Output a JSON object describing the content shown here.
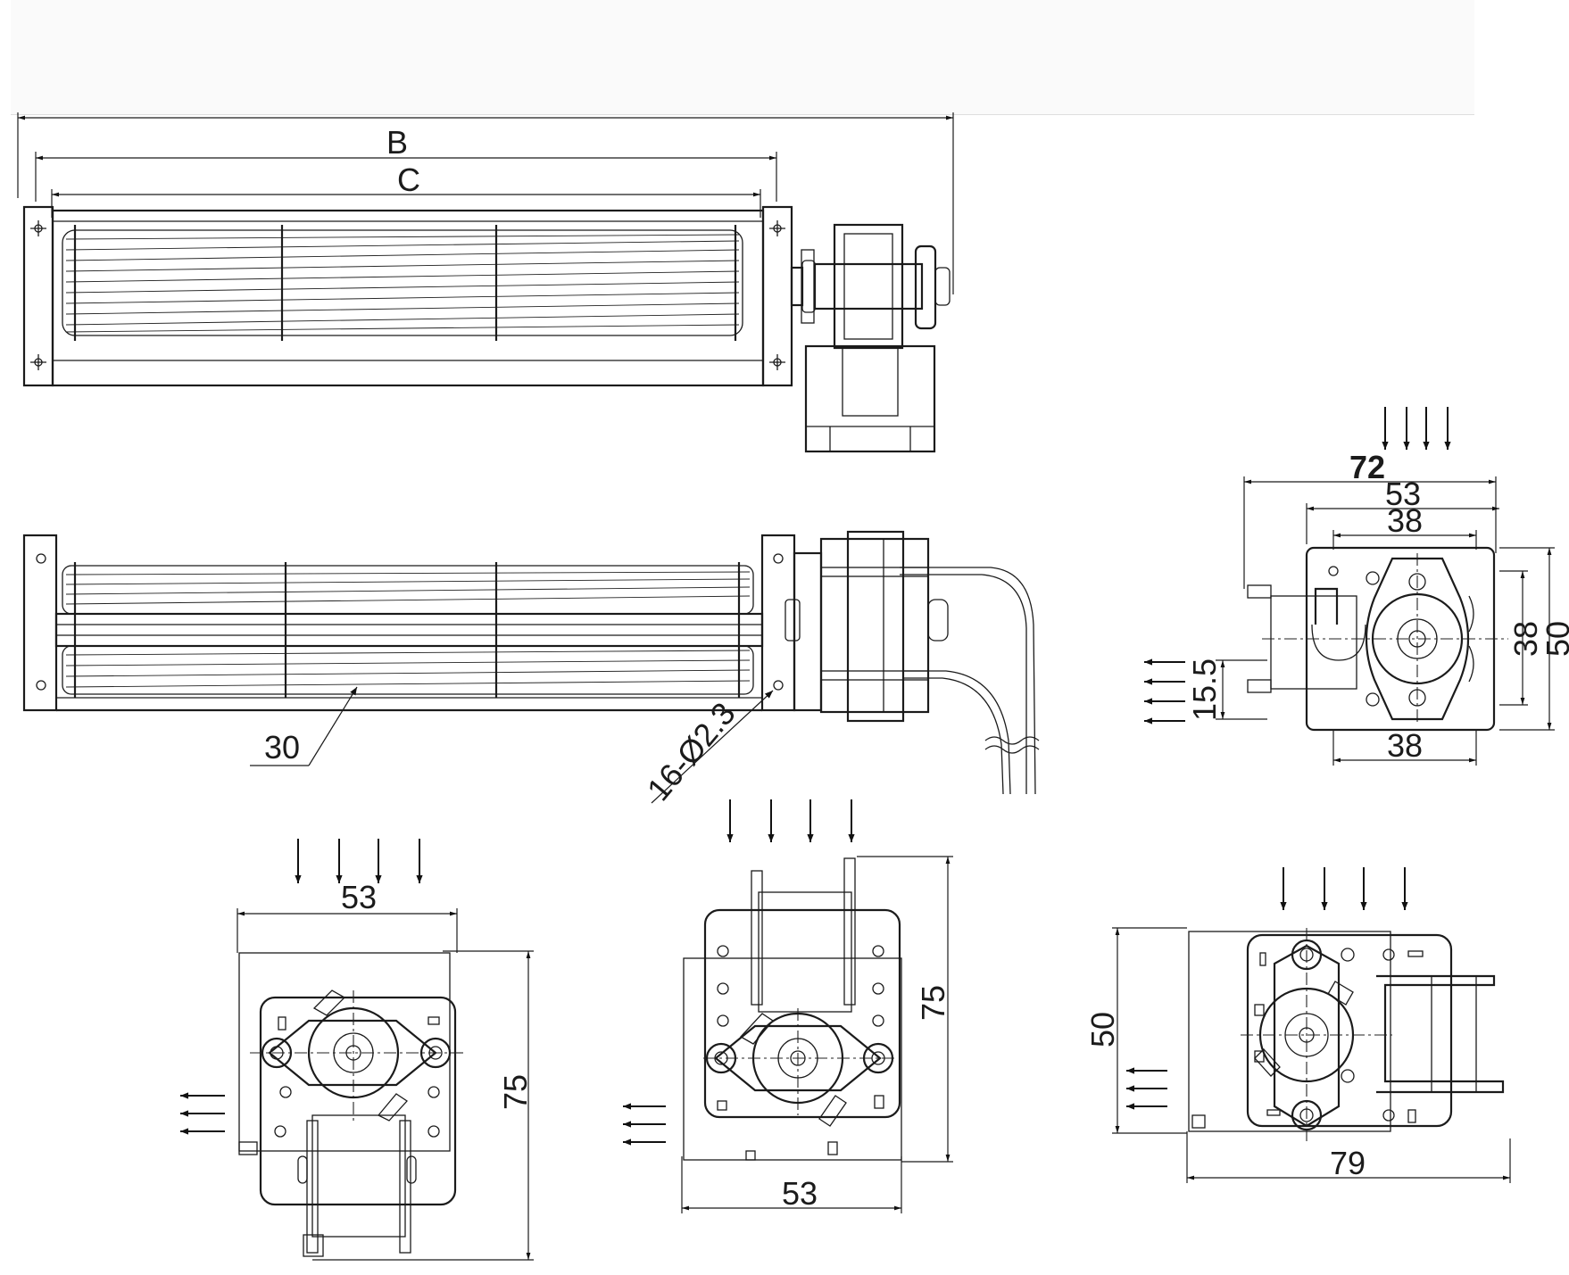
{
  "labels": {
    "dim_b": "B",
    "dim_c": "C",
    "leader_30": "30",
    "holes": "16-Ø2.3",
    "side_width_total": "72",
    "side_53": "53",
    "side_38_top": "38",
    "side_38_right": "38",
    "side_50": "50",
    "side_15_5": "15.5",
    "side_38_bottom": "38",
    "left_view_53": "53",
    "left_view_75": "75",
    "mid_view_75": "75",
    "mid_view_53": "53",
    "right_view_50": "50",
    "right_view_79": "79"
  },
  "colors": {
    "line": "#1b1b1b",
    "background": "#ffffff",
    "header_band": "#fafafa"
  },
  "icons": [
    "airflow-arrow-down",
    "airflow-arrow-left"
  ]
}
